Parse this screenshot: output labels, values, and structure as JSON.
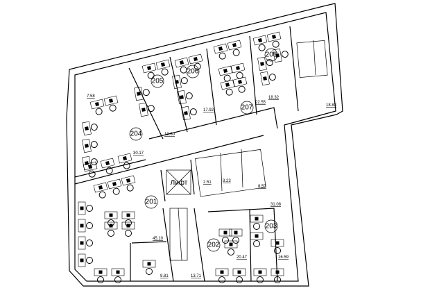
{
  "rooms": [
    {
      "number": "201"
    },
    {
      "number": "202"
    },
    {
      "number": "203"
    },
    {
      "number": "204"
    },
    {
      "number": "205"
    },
    {
      "number": "206"
    },
    {
      "number": "207"
    },
    {
      "number": "208"
    }
  ],
  "areas": [
    "7.58",
    "30.17",
    "19.80",
    "17.92",
    "22.55",
    "18.32",
    "18.83",
    "2.51",
    "8.23",
    "8.57",
    "31.08",
    "45.10",
    "9.81",
    "13.71",
    "20.47",
    "16.59"
  ],
  "lift_label": "Лифт",
  "colors": {
    "line": "#000000",
    "background": "#ffffff"
  }
}
